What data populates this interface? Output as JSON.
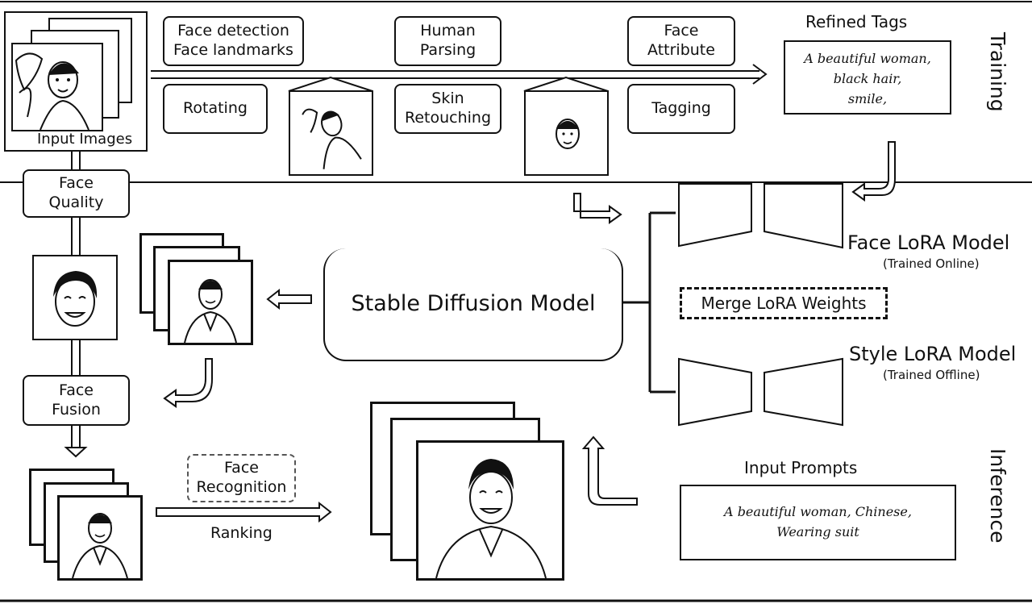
{
  "training": {
    "input_images_label": "Input Images",
    "steps": {
      "face_detection": "Face detection\nFace landmarks",
      "rotating": "Rotating",
      "human_parsing": "Human\nParsing",
      "skin_retouching": "Skin\nRetouching",
      "face_attribute": "Face\nAttribute",
      "tagging": "Tagging"
    },
    "refined_tags_title": "Refined Tags",
    "refined_tags_text": "A beautiful woman,\nblack hair,\nsmile,",
    "section_label": "Training"
  },
  "inference": {
    "face_quality": "Face\nQuality",
    "face_fusion": "Face\nFusion",
    "face_recognition": "Face\nRecognition",
    "ranking": "Ranking",
    "stable_diffusion": "Stable Diffusion Model",
    "face_lora_title": "Face LoRA Model",
    "face_lora_sub": "(Trained Online)",
    "merge_lora": "Merge LoRA Weights",
    "style_lora_title": "Style LoRA Model",
    "style_lora_sub": "(Trained Offline)",
    "input_prompts_title": "Input Prompts",
    "input_prompts_text": "A beautiful woman, Chinese,\nWearing suit",
    "section_label": "Inference"
  }
}
